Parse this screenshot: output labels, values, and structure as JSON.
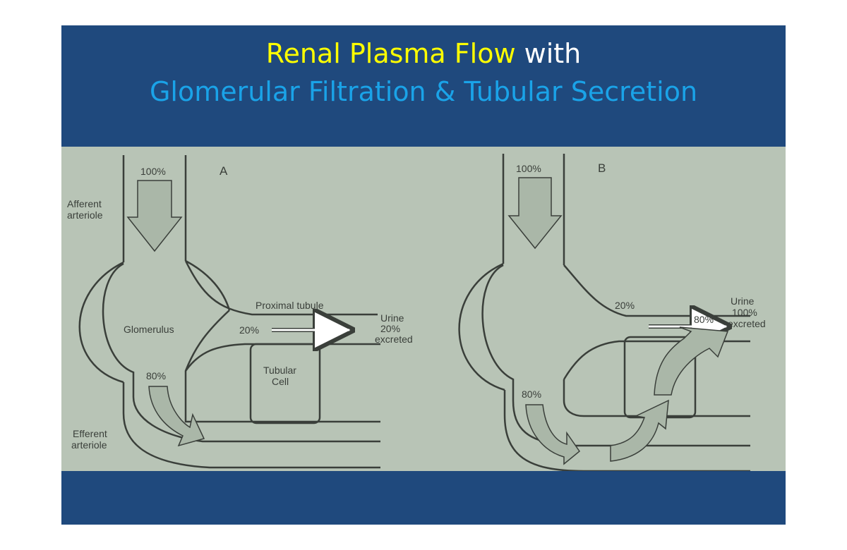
{
  "title": {
    "part1": "Renal Plasma Flow",
    "part2": " with",
    "line2": "Glomerular Filtration & Tubular Secretion"
  },
  "colors": {
    "slide_bg": "#1f497d",
    "title_yellow": "#ffff00",
    "title_white": "#ffffff",
    "title_blue": "#1aa3e8",
    "diagram_bg": "#b8c4b6"
  },
  "panel_a": {
    "letter": "A",
    "inflow_pct": "100%",
    "afferent_1": "Afferent",
    "afferent_2": "arteriole",
    "proximal": "Proximal tubule",
    "glomerulus": "Glomerulus",
    "filtered_pct": "20%",
    "urine_1": "Urine",
    "urine_2": "20%",
    "urine_3": "excreted",
    "cell_1": "Tubular",
    "cell_2": "Cell",
    "efferent_pct": "80%",
    "efferent_1": "Efferent",
    "efferent_2": "arteriole"
  },
  "panel_b": {
    "letter": "B",
    "inflow_pct": "100%",
    "filtered_pct": "20%",
    "urine_1": "Urine",
    "urine_2": "100%",
    "urine_3": "excreted",
    "secreted_pct": "80%",
    "efferent_pct": "80%"
  }
}
